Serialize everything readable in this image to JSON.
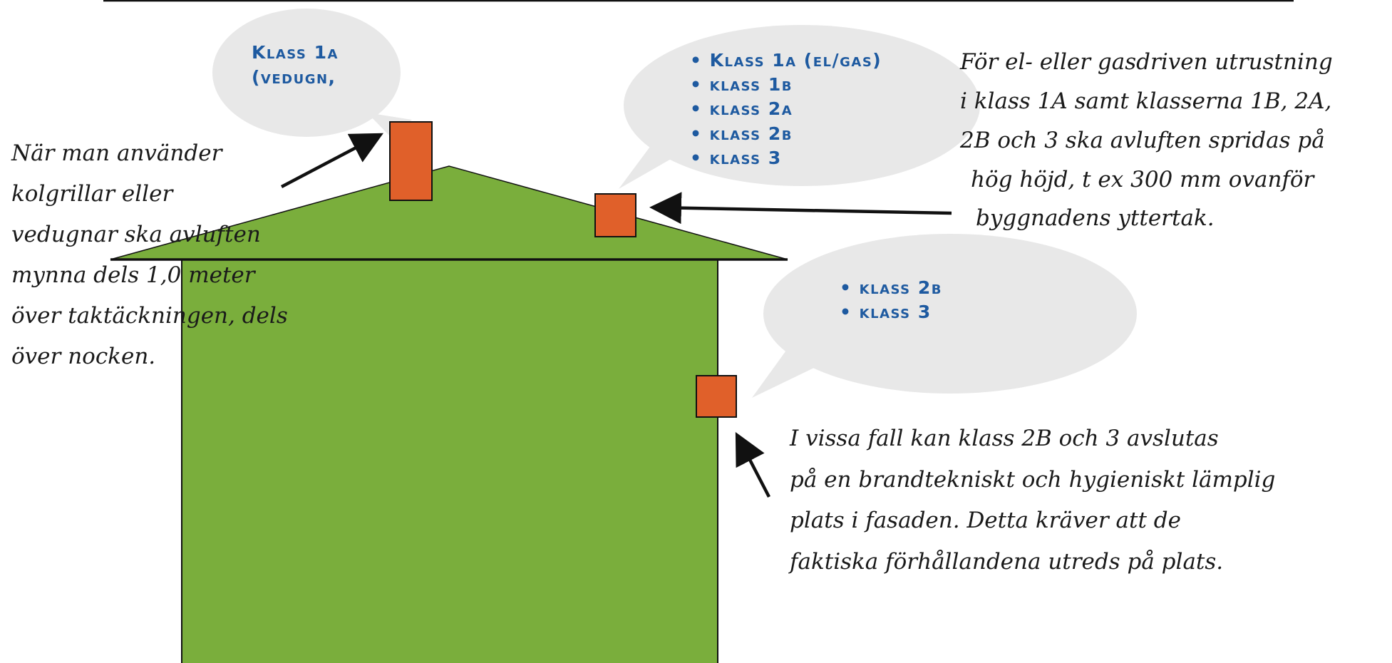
{
  "colors": {
    "house": "#7aae3c",
    "chimney": "#e0602a",
    "bubble": "#e8e8e8",
    "bubble_text": "#1e5aa0",
    "ink": "#111111"
  },
  "bubbles": {
    "top_left": {
      "lines": [
        "Klass 1a",
        "(vedugn,"
      ]
    },
    "top_center": {
      "lines": [
        "• Klass 1a (el/gas)",
        "• klass 1b",
        "• klass 2a",
        "• klass 2b",
        "• klass 3"
      ]
    },
    "right_middle": {
      "lines": [
        "• klass 2b",
        "• klass 3"
      ]
    }
  },
  "notes": {
    "left": {
      "lines": [
        "När man använder",
        "kolgrillar eller",
        "vedugnar ska avluften",
        "mynna dels 1,0 meter",
        "över taktäckningen, dels",
        "över nocken."
      ]
    },
    "top_right": {
      "lines": [
        "För el- eller gasdriven utrustning",
        "i klass 1A samt klasserna 1B, 2A,",
        "2B och 3 ska avluften spridas på",
        "hög höjd, t ex 300 mm ovanför",
        "byggnadens yttertak."
      ]
    },
    "bottom_right": {
      "lines": [
        "I vissa fall kan klass 2B och 3 avslutas",
        "på en brandtekniskt och hygieniskt lämplig",
        "plats i fasaden. Detta kräver att de",
        "faktiska förhållandena utreds på plats."
      ]
    }
  }
}
